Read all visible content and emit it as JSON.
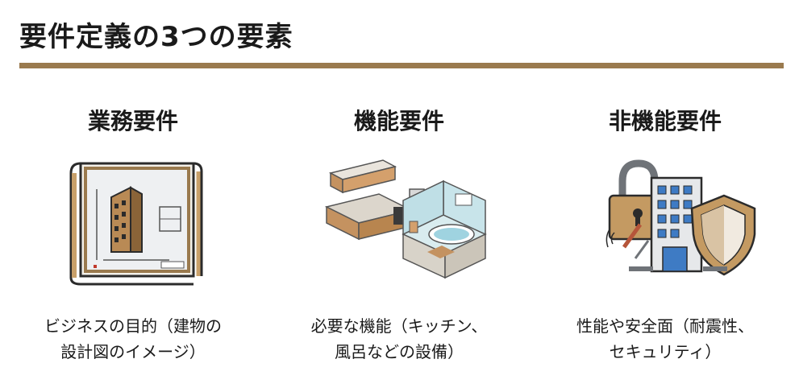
{
  "page": {
    "title": "要件定義の3つの要素"
  },
  "columns": [
    {
      "heading": "業務要件",
      "icon": "blueprint-icon",
      "description_line1": "ビジネスの目的（建物の",
      "description_line2": "設計図のイメージ）"
    },
    {
      "heading": "機能要件",
      "icon": "kitchen-bathroom-icon",
      "description_line1": "必要な機能（キッチン、",
      "description_line2": "風呂などの設備）"
    },
    {
      "heading": "非機能要件",
      "icon": "security-building-icon",
      "description_line1": "性能や安全面（耐震性、",
      "description_line2": "セキュリティ）"
    }
  ],
  "colors": {
    "accent": "#9a7a4e",
    "text": "#1a1a1a",
    "background": "#ffffff"
  }
}
